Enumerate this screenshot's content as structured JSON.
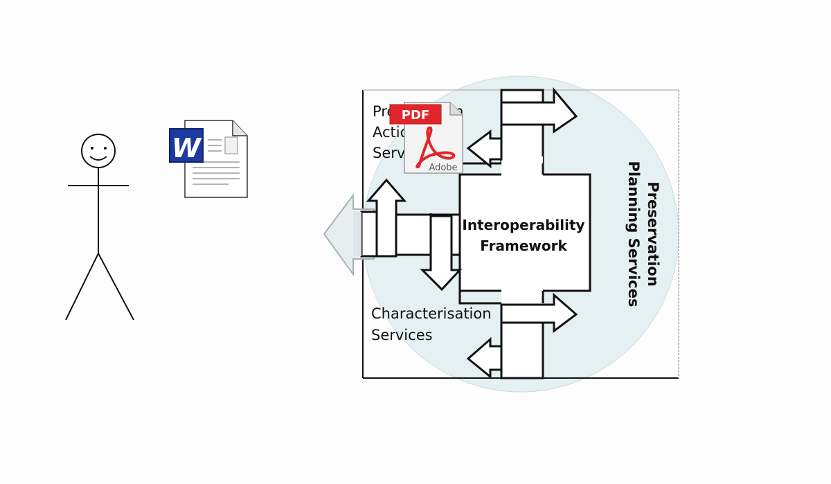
{
  "diagram": {
    "interop": {
      "line1": "Interoperability",
      "line2": "Framework"
    },
    "preservation_action": {
      "line1": "Preservation",
      "line2": "Action",
      "line3": "Services"
    },
    "characterisation": {
      "line1": "Characterisation",
      "line2": "Services"
    },
    "planning": {
      "line1": "Preservation",
      "line2": "Planning Services"
    },
    "pdf_icon": {
      "badge": "PDF",
      "brand": "Adobe"
    },
    "word_icon": {
      "letter": "W"
    }
  },
  "colors": {
    "circle_fill": "#e4f0f1",
    "pdf_red": "#e0262a",
    "word_blue": "#1c3aa0",
    "outline": "#111111"
  },
  "icons": [
    "stick-figure-user-icon",
    "word-document-icon",
    "pdf-document-icon"
  ]
}
